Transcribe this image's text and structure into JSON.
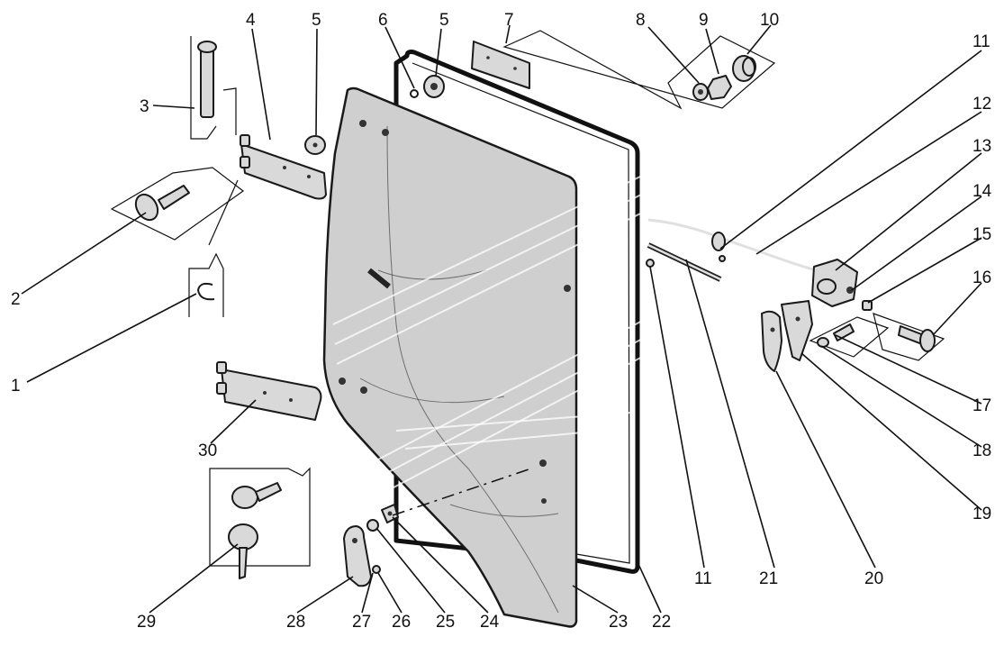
{
  "callouts": {
    "c1": "1",
    "c2": "2",
    "c3": "3",
    "c4": "4",
    "c5a": "5",
    "c5b": "5",
    "c6": "6",
    "c7": "7",
    "c8": "8",
    "c9": "9",
    "c10": "10",
    "c11a": "11",
    "c11b": "11",
    "c12": "12",
    "c13": "13",
    "c14": "14",
    "c15": "15",
    "c16": "16",
    "c17": "17",
    "c18": "18",
    "c19": "19",
    "c20": "20",
    "c21": "21",
    "c22": "22",
    "c23": "23",
    "c24": "24",
    "c25": "25",
    "c26": "26",
    "c27": "27",
    "c28": "28",
    "c29": "29",
    "c30": "30"
  },
  "colors": {
    "line": "#111111",
    "part_fill": "#d9d9d9",
    "glass_fill": "#cfcfcf",
    "background": "#ffffff"
  }
}
